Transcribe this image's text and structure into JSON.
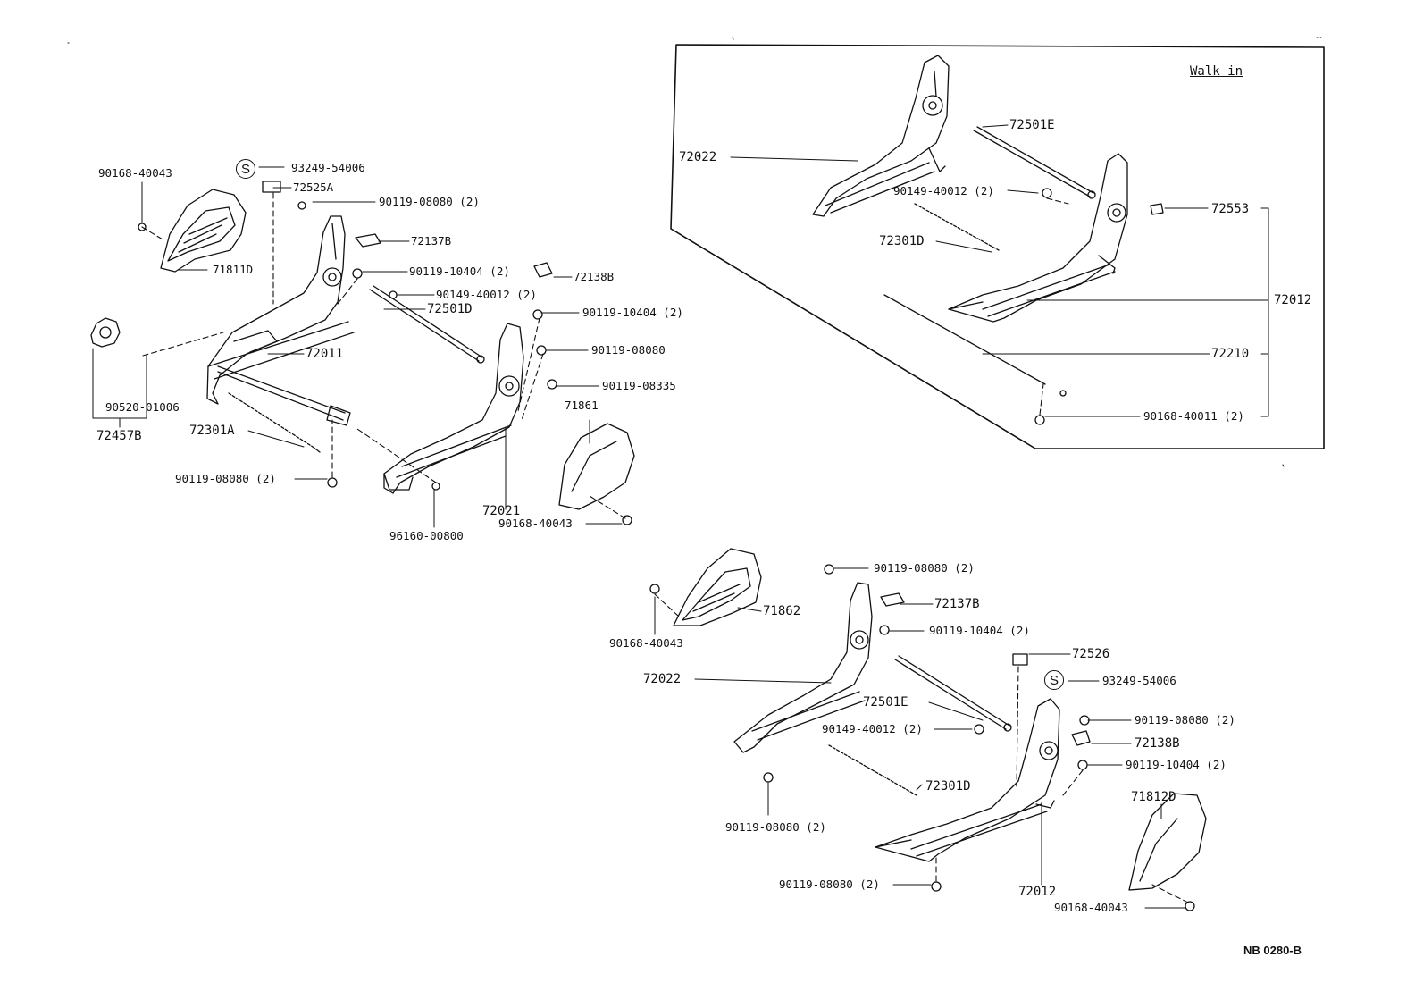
{
  "inset": {
    "title": "Walk in"
  },
  "doc_number": "NB 0280-B",
  "service_mark": "S",
  "left_assembly": {
    "bolt_side_cover": "90168-40043",
    "cover_inner": "71811D",
    "service_part": "93249-54006",
    "clip_a": "72525A",
    "bolt_top": "90119-08080 (2)",
    "bracket_b": "72137B",
    "bolt_10404_a": "90119-10404 (2)",
    "washer_40012": "90149-40012 (2)",
    "bracket_b2": "72138B",
    "rod": "72501D",
    "bolt_10404_b": "90119-10404 (2)",
    "adjuster": "72011",
    "bolt_08080": "90119-08080",
    "bolt_08335": "90119-08335",
    "cover_outer": "71861",
    "clip_01006": "90520-01006",
    "knob": "72457B",
    "spring": "72301A",
    "bolt_bottom": "90119-08080 (2)",
    "adjuster_outer": "72021",
    "bolt_cover_outer": "90168-40043",
    "pin": "96160-00800"
  },
  "walk_in": {
    "adjuster": "72022",
    "rod": "72501E",
    "washer": "90149-40012 (2)",
    "spring": "72301D",
    "clip": "72553",
    "adjuster_outer": "72012",
    "cable": "72210",
    "bolt": "90168-40011 (2)"
  },
  "right_assembly": {
    "bolt_top": "90119-08080 (2)",
    "bracket_b": "72137B",
    "cover_inner": "71862",
    "bolt_cover": "90168-40043",
    "bolt_10404_a": "90119-10404 (2)",
    "adjuster": "72022",
    "clip": "72526",
    "service_part": "93249-54006",
    "rod": "72501E",
    "bolt_08080_b": "90119-08080 (2)",
    "washer": "90149-40012 (2)",
    "bracket_b2": "72138B",
    "bolt_10404_b": "90119-10404 (2)",
    "spring": "72301D",
    "cover_outer": "71812D",
    "bolt_front": "90119-08080 (2)",
    "bolt_bottom": "90119-08080 (2)",
    "adjuster_outer": "72012",
    "bolt_cover_outer": "90168-40043"
  }
}
